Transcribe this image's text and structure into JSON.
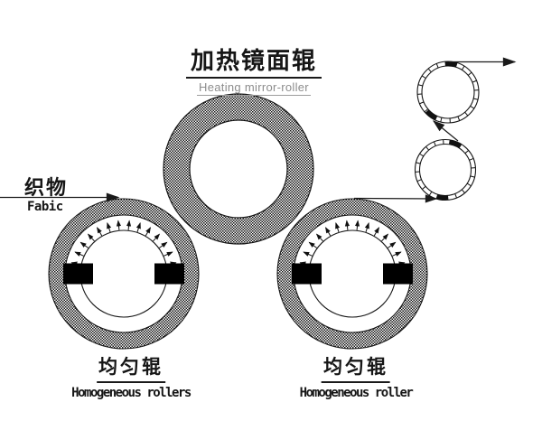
{
  "heating_roller": {
    "label_zh": "加热镜面辊",
    "label_en": "Heating mirror-roller"
  },
  "fabric": {
    "label_zh": "织物",
    "label_en": "Fabic"
  },
  "left_homogeneous_roller": {
    "label_zh": "均匀辊",
    "label_en": "Homogeneous rollers"
  },
  "right_homogeneous_roller": {
    "label_zh": "均匀辊",
    "label_en": "Homogeneous roller"
  },
  "colors": {
    "line_black": "#1a1a1a",
    "subtitle_gray": "#8c8c8c",
    "roller_texture_black": "#111111",
    "background": "#ffffff"
  }
}
